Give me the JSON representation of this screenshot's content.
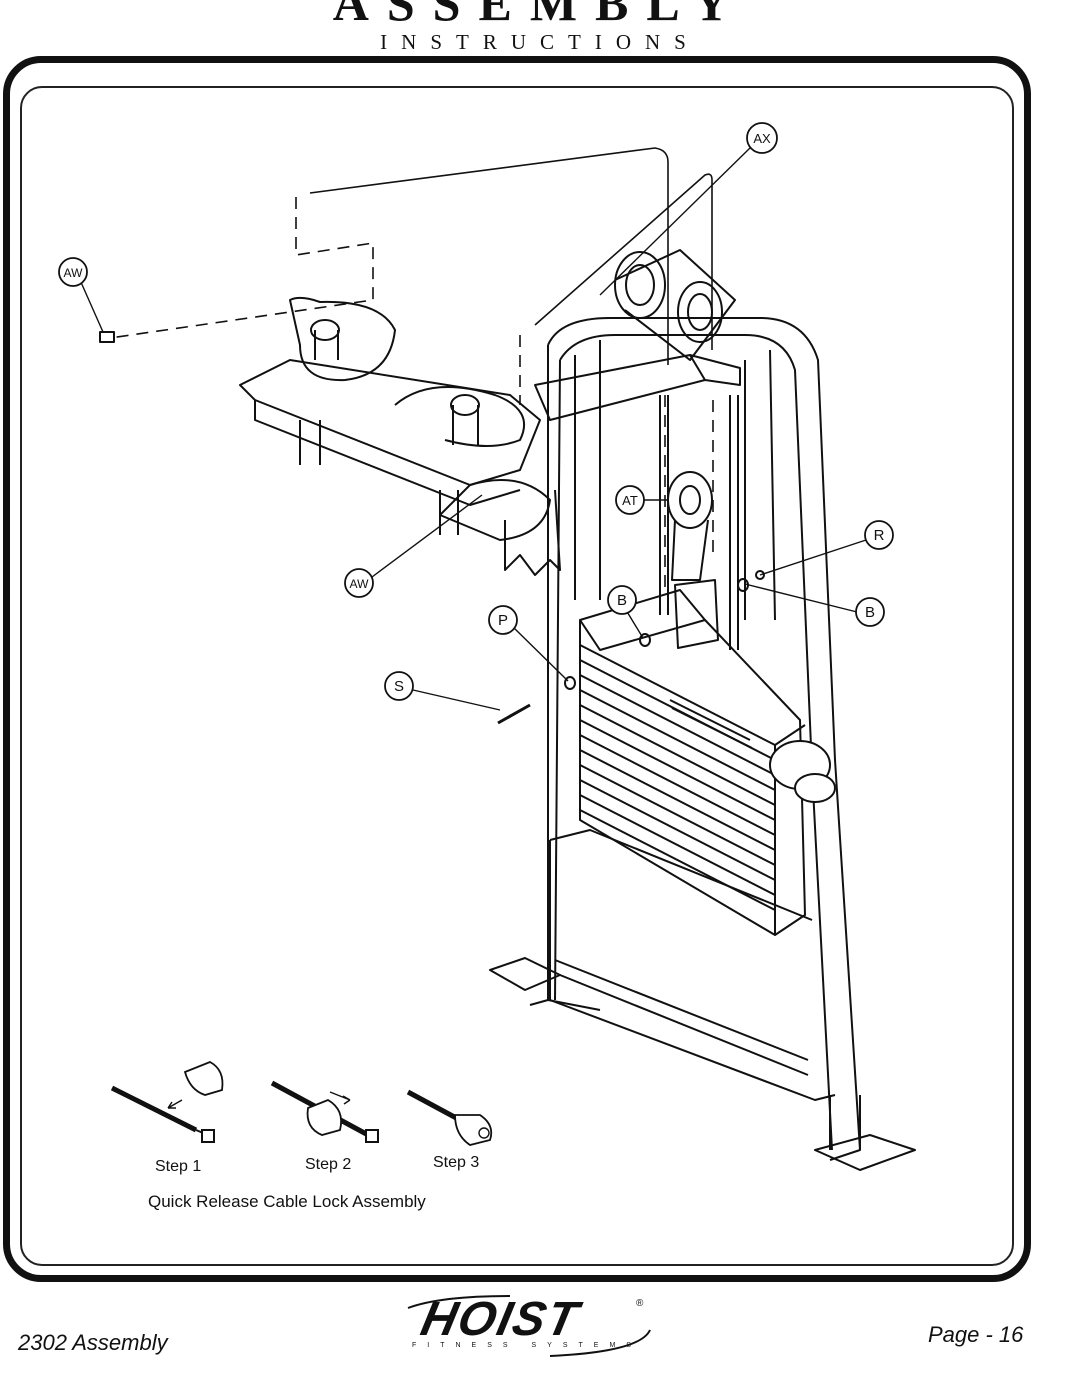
{
  "header": {
    "title": "ASSEMBLY",
    "subtitle": "INSTRUCTIONS"
  },
  "callouts": {
    "ax": "AX",
    "aw_top": "AW",
    "aw_bottom": "AW",
    "at": "AT",
    "r": "R",
    "b_right": "B",
    "b_left": "B",
    "p": "P",
    "s": "S"
  },
  "steps": {
    "step1": "Step 1",
    "step2": "Step 2",
    "step3": "Step 3"
  },
  "caption": "Quick Release Cable Lock Assembly",
  "footer": {
    "model": "2302 Assembly",
    "page": "Page - 16",
    "brand": "HOIST",
    "brand_sub": "FITNESS SYSTEMS",
    "registered": "®"
  }
}
